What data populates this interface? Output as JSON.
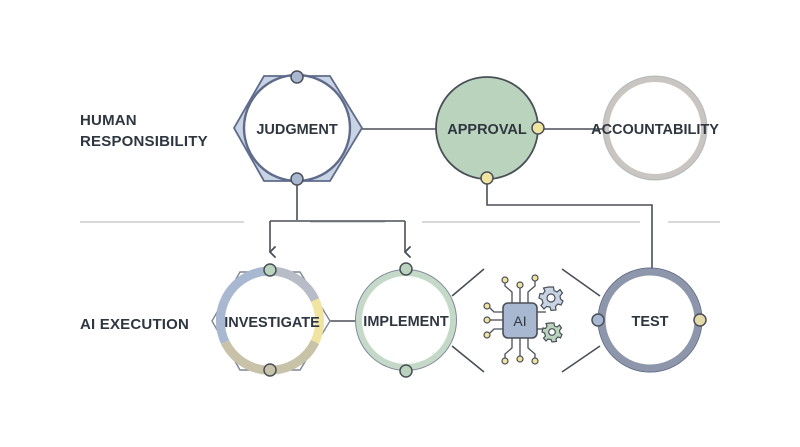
{
  "rows": {
    "human_line1": "HUMAN",
    "human_line2": "RESPONSIBILITY",
    "ai": "AI EXECUTION"
  },
  "nodes": {
    "judgment": "JUDGMENT",
    "approval": "APPROVAL",
    "accountability": "ACCOUNTABILITY",
    "investigate": "INVESTIGATE",
    "implement": "IMPLEMENT",
    "test": "TEST"
  },
  "ai_chip": {
    "label": "AI",
    "icons": [
      "circuit-chip-icon",
      "gear-icon",
      "gear-icon"
    ]
  },
  "colors": {
    "approval_fill": "#b9d3bd",
    "judgment_ring": "#5f6b8a",
    "hex_fill": "#c8d3e3",
    "connector_blue": "#a9b8d1",
    "connector_yellow": "#f1e3a0",
    "ring_gray": "#c9c6c2",
    "implement_ring": "#c4d9c8",
    "test_ring": "#8e96ab"
  }
}
